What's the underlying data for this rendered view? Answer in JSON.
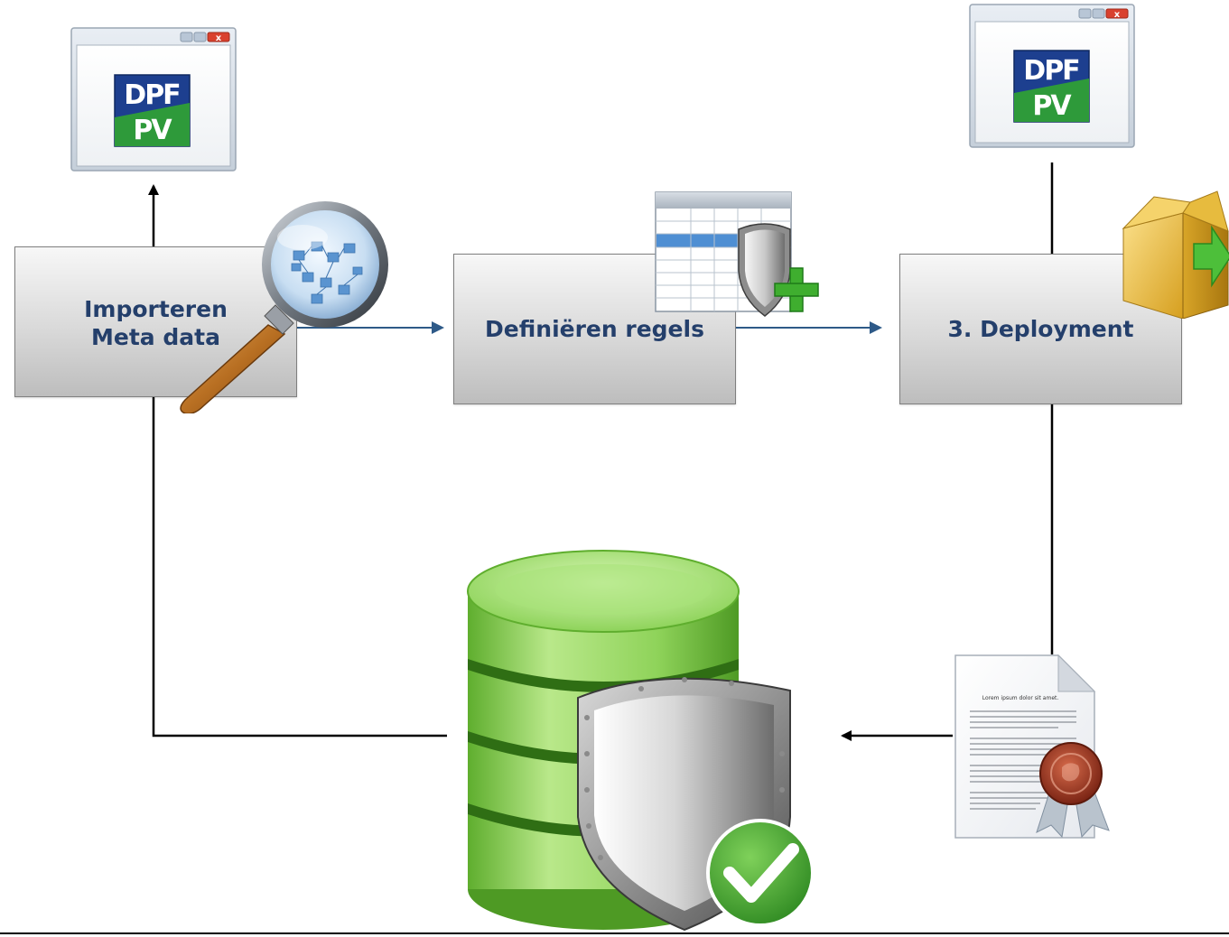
{
  "steps": {
    "import_label": "Importeren\nMeta data",
    "define_label": "Definiëren regels",
    "deploy_label": "3. Deployment"
  },
  "app_window": {
    "logo_top": "DPF",
    "logo_bottom": "PV"
  },
  "certificate": {
    "heading": "Lorem ipsum dolor sit amet."
  },
  "colors": {
    "label_text": "#243f6b",
    "arrow_blue": "#2e5a88",
    "arrow_black": "#000000",
    "logo_blue": "#1d3f8f",
    "logo_green": "#2e9a3a",
    "db_green": "#7cc242"
  },
  "icons": [
    "app-window-icon",
    "magnifier-icon",
    "table-shield-add-icon",
    "package-box-icon",
    "database-shield-check-icon",
    "certificate-document-icon"
  ]
}
